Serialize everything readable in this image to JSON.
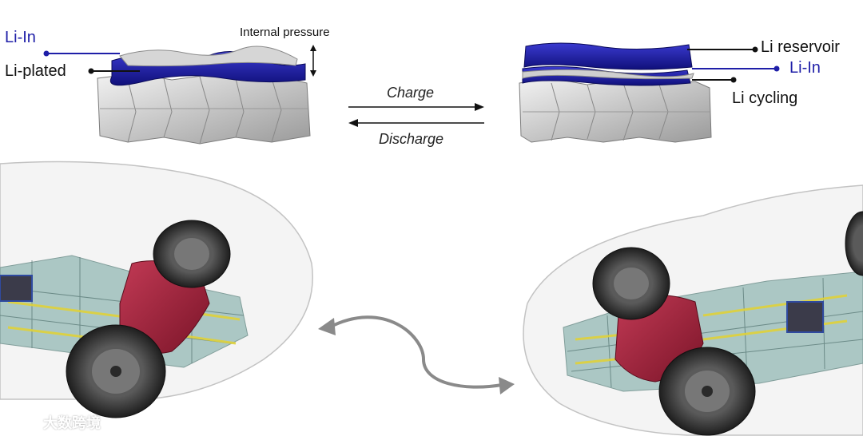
{
  "left_cell": {
    "li_in_label": "Li-In",
    "li_plated_label": "Li-plated",
    "internal_pressure_label": "Internal pressure"
  },
  "right_cell": {
    "li_reservoir_label": "Li reservoir",
    "li_in_label": "Li-In",
    "li_cycling_label": "Li cycling"
  },
  "process": {
    "charge_label": "Charge",
    "discharge_label": "Discharge"
  },
  "watermark": {
    "text": "大数跨境"
  },
  "colors": {
    "li_in_blue": "#1f1fa8",
    "pouch_red": "#9b1e35",
    "tire_dark": "#2b2b2b",
    "cell_teal": "#8fb3b0",
    "bus_yellow": "#e0d23a"
  }
}
